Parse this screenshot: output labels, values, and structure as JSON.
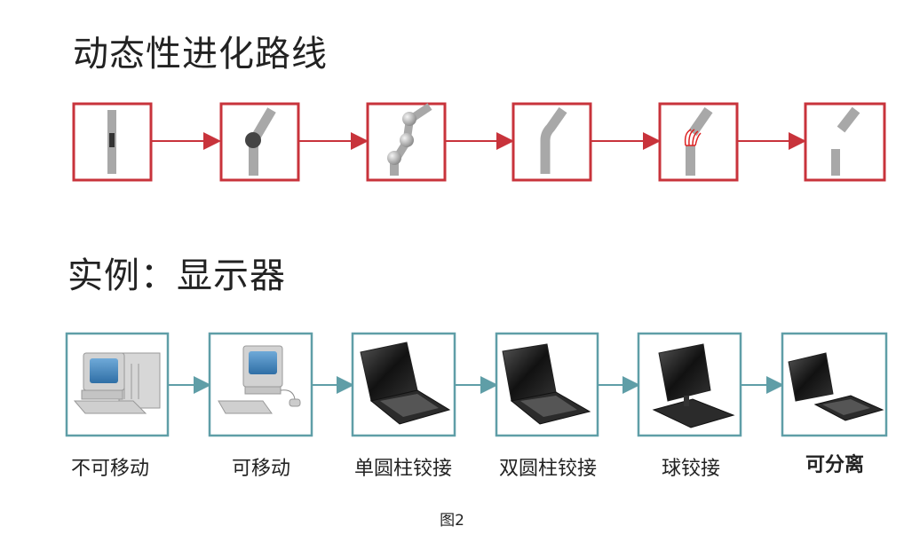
{
  "title": "动态性进化路线",
  "example_title": "实例：显示器",
  "colors": {
    "evolution_border": "#c8333b",
    "evolution_arrow": "#c8333b",
    "example_border": "#5f9ea7",
    "example_arrow": "#5f9ea7",
    "bar": "#a8a8a8"
  },
  "evolution_stages": [
    {
      "icon": "rigid-bar-icon"
    },
    {
      "icon": "single-joint-bar-icon"
    },
    {
      "icon": "multi-joint-bar-icon"
    },
    {
      "icon": "bent-flexible-bar-icon"
    },
    {
      "icon": "elastic-joint-bar-icon"
    },
    {
      "icon": "separated-bar-icon"
    }
  ],
  "examples": [
    {
      "label": "不可移动",
      "icon": "desktop-computer-icon",
      "bold": false
    },
    {
      "label": "可移动",
      "icon": "portable-computer-icon",
      "bold": false
    },
    {
      "label": "单圆柱铰接",
      "icon": "laptop-icon",
      "bold": false
    },
    {
      "label": "双圆柱铰接",
      "icon": "laptop-icon",
      "bold": false
    },
    {
      "label": "球铰接",
      "icon": "swivel-laptop-icon",
      "bold": false
    },
    {
      "label": "可分离",
      "icon": "detachable-laptop-icon",
      "bold": true
    }
  ],
  "caption": "图2"
}
